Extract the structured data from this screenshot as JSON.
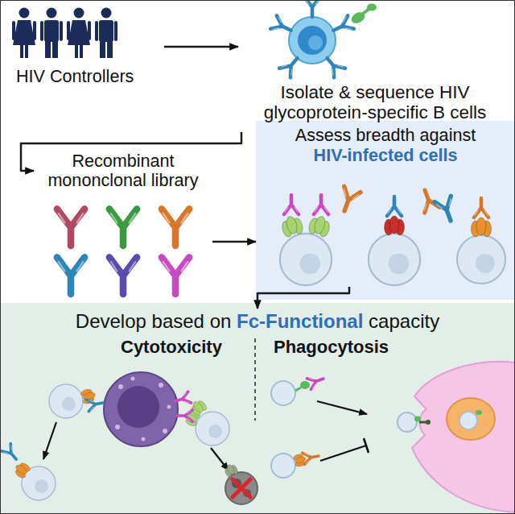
{
  "diagram": {
    "nodes": [
      {
        "text": [
          "HIV Controllers"
        ]
      },
      {
        "text": [
          "Isolate & sequence HIV glycoprotein-specific B cells"
        ]
      },
      {
        "text": [
          "Recombinant mononclonal library"
        ]
      },
      {
        "text": [
          "Assess breadth against",
          "HIV-infected cells"
        ]
      },
      {
        "text": [
          "Develop based on",
          "Fc-Functional",
          "capacity",
          "Cytotoxicity",
          "Phagocytosis"
        ]
      }
    ],
    "edges": [
      {
        "from": 0,
        "to": 1,
        "arrow": "to"
      },
      {
        "from": 1,
        "to": 2,
        "arrow": "to"
      },
      {
        "from": 2,
        "to": 3,
        "arrow": "to"
      },
      {
        "from": 3,
        "to": 4,
        "arrow": "to"
      }
    ]
  }
}
